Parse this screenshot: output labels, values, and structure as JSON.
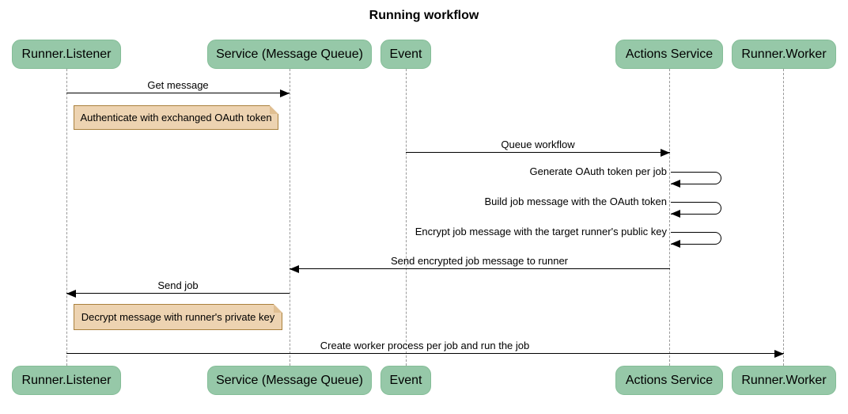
{
  "diagram": {
    "type": "sequence",
    "title": "Running workflow",
    "participants": [
      {
        "label": "Runner.Listener"
      },
      {
        "label": "Service (Message Queue)"
      },
      {
        "label": "Event"
      },
      {
        "label": "Actions Service"
      },
      {
        "label": "Runner.Worker"
      }
    ],
    "messages": [
      {
        "from": "Runner.Listener",
        "to": "Service (Message Queue)",
        "label": "Get message",
        "type": "solid-arrow"
      },
      {
        "from": "Event",
        "to": "Actions Service",
        "label": "Queue workflow",
        "type": "solid-arrow"
      },
      {
        "from": "Actions Service",
        "to": "Actions Service",
        "label": "Generate OAuth token per job",
        "type": "self"
      },
      {
        "from": "Actions Service",
        "to": "Actions Service",
        "label": "Build job message with the OAuth token",
        "type": "self"
      },
      {
        "from": "Actions Service",
        "to": "Actions Service",
        "label": "Encrypt job message with the target runner's public key",
        "type": "self"
      },
      {
        "from": "Actions Service",
        "to": "Service (Message Queue)",
        "label": "Send encrypted job message to runner",
        "type": "solid-arrow"
      },
      {
        "from": "Service (Message Queue)",
        "to": "Runner.Listener",
        "label": "Send job",
        "type": "solid-arrow"
      },
      {
        "from": "Runner.Listener",
        "to": "Runner.Worker",
        "label": "Create worker process per job and run the job",
        "type": "solid-arrow"
      }
    ],
    "notes": [
      {
        "over": "Runner.Listener",
        "label": "Authenticate with exchanged OAuth token"
      },
      {
        "over": "Runner.Listener",
        "label": "Decrypt message with runner's private key"
      }
    ],
    "colors": {
      "participant_fill": "#96C8A8",
      "participant_border": "#84BD97",
      "note_fill": "#EDD3B1",
      "note_border": "#AA813D",
      "lifeline": "#999999",
      "arrow": "#000000",
      "background": "#FFFFFF",
      "text": "#000000"
    }
  }
}
